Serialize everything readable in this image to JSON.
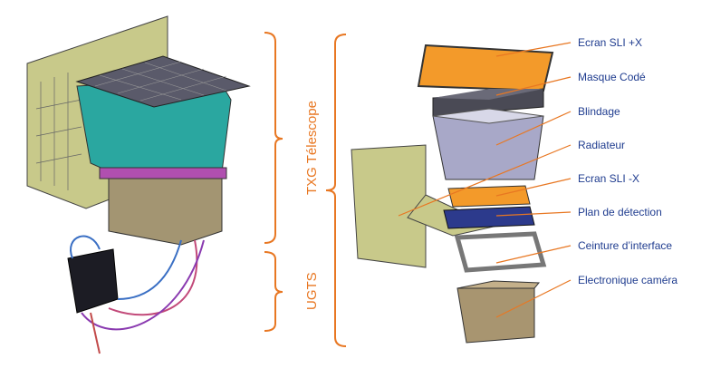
{
  "groups": {
    "telescope": "TXG Télescope",
    "ugts": "UGTS"
  },
  "labels": [
    "Ecran SLI +X",
    "Masque Codé",
    "Blindage",
    "Radiateur",
    "Ecran SLI -X",
    "Plan de détection",
    "Ceinture d’interface",
    "Electronique caméra"
  ],
  "colors": {
    "accent": "#e87722",
    "label": "#1f3c8f",
    "shield": "#2aa7a0",
    "sli": "#f39a2a",
    "radiator": "#c8c98a"
  }
}
